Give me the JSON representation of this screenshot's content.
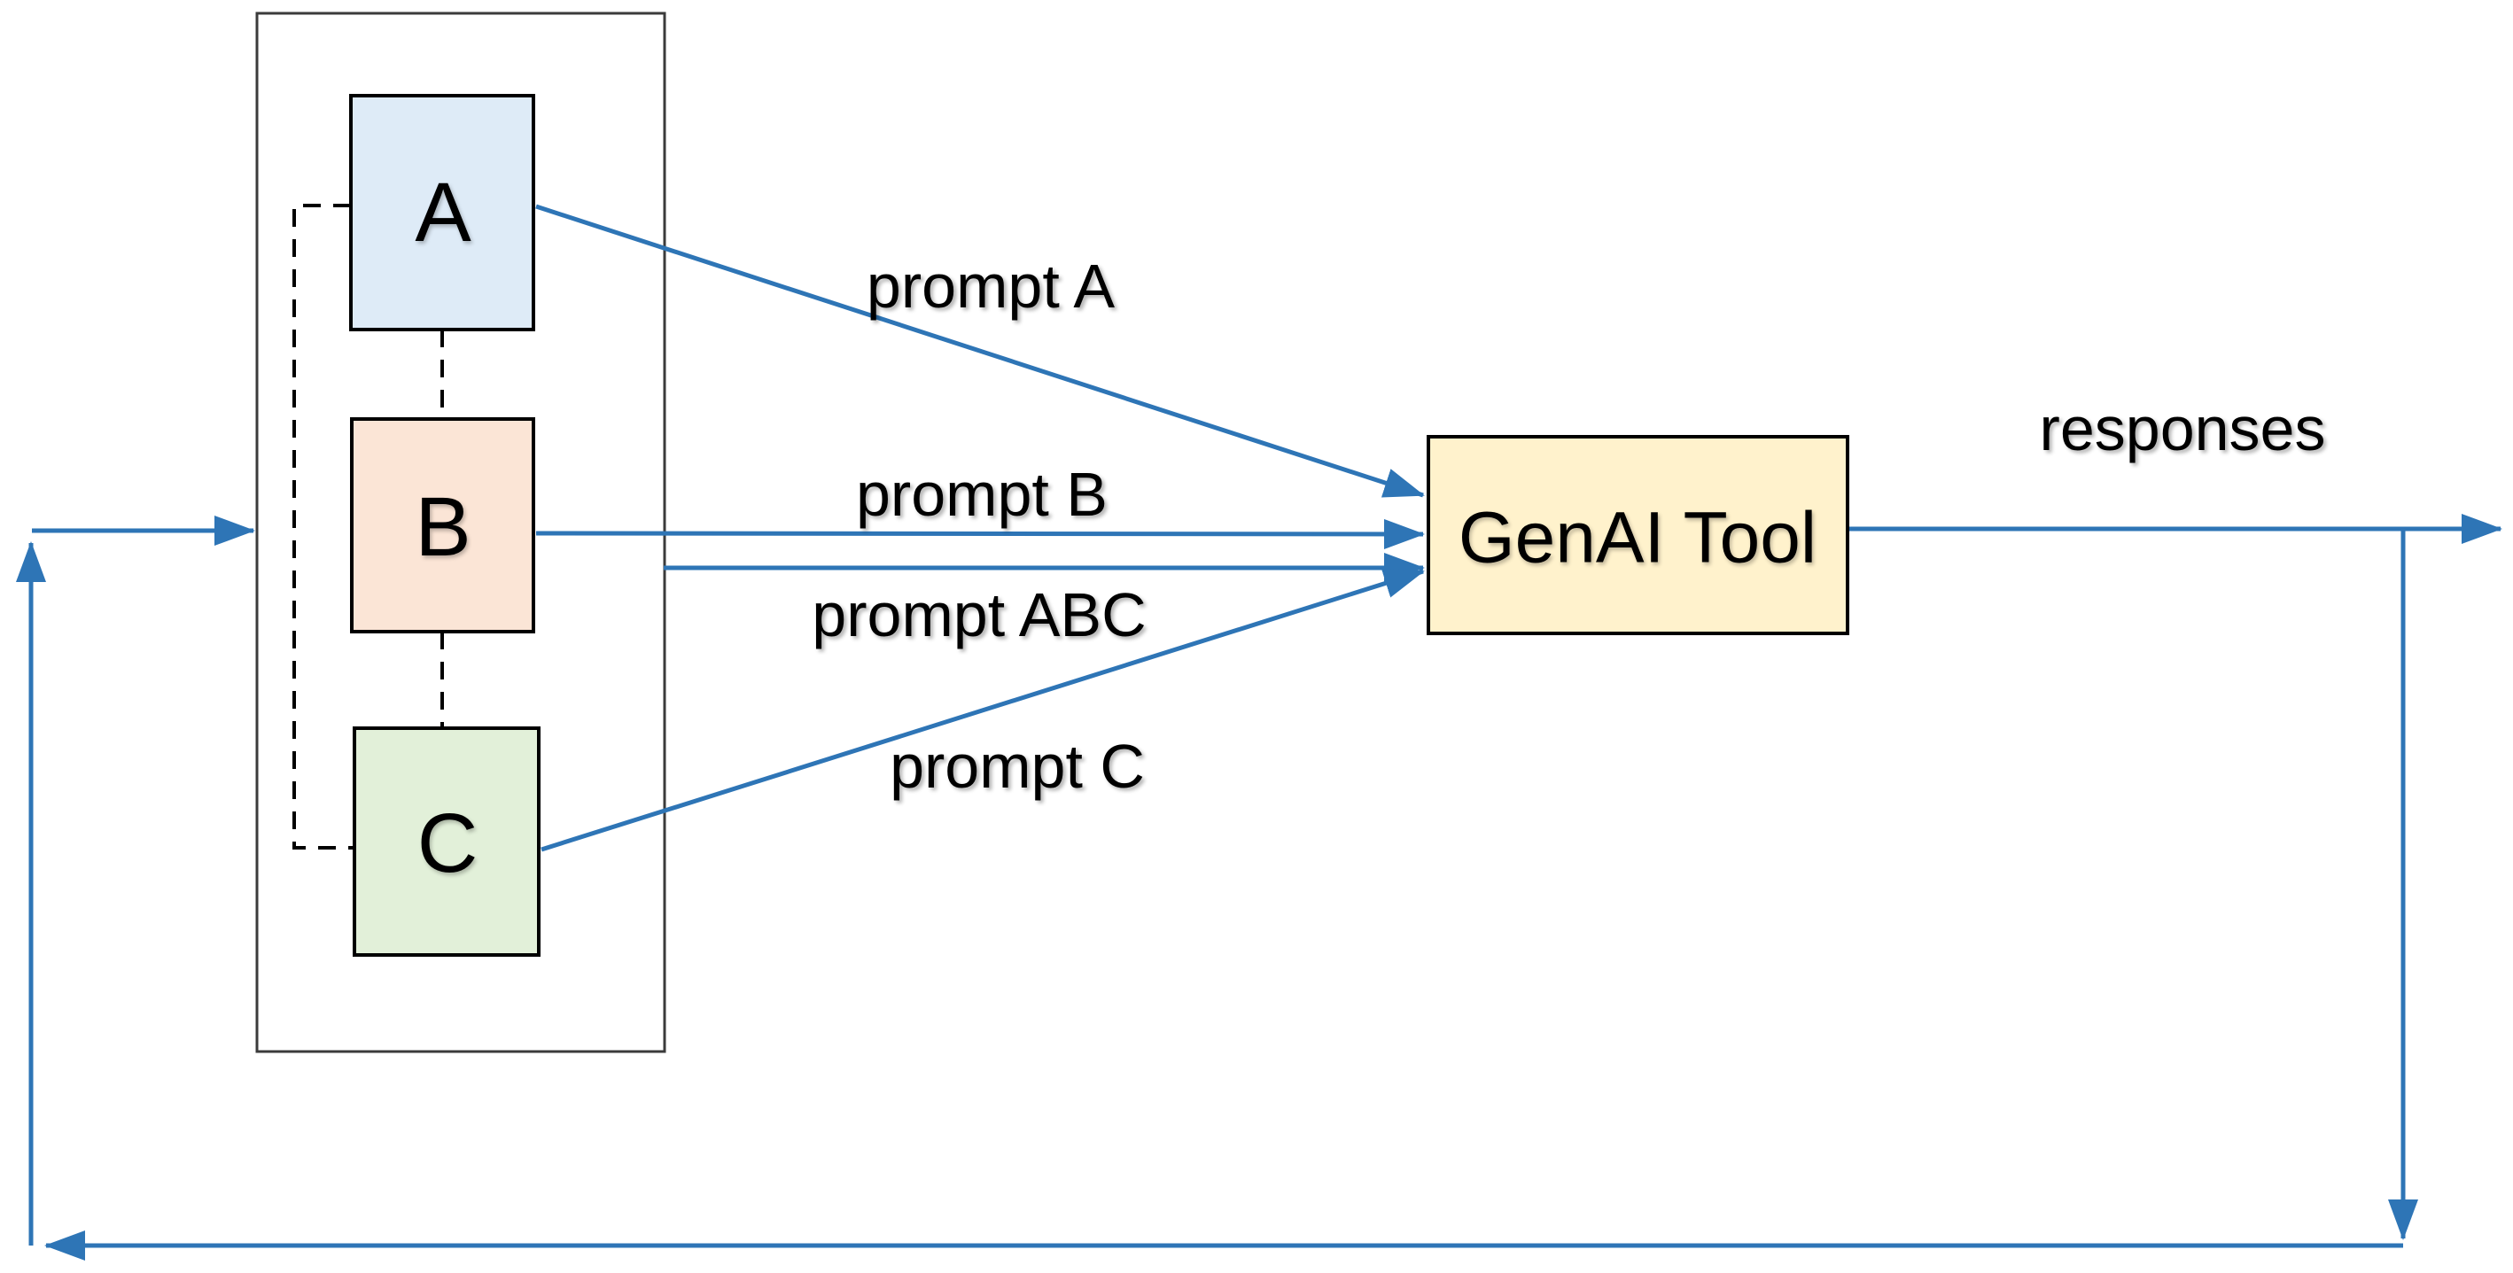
{
  "boxes": {
    "a": "A",
    "b": "B",
    "c": "C"
  },
  "genai": {
    "label": "GenAI Tool"
  },
  "labels": {
    "prompt_a": "prompt A",
    "prompt_b": "prompt B",
    "prompt_abc": "prompt ABC",
    "prompt_c": "prompt C",
    "responses": "responses"
  },
  "colors": {
    "accent_blue": "#2E75B6",
    "box_a_fill": "#DEEBF7",
    "box_b_fill": "#FBE5D6",
    "box_c_fill": "#E2F0D9",
    "genai_fill": "#FFF2CC",
    "outline": "#000000",
    "container_border": "#3b3b3b"
  }
}
